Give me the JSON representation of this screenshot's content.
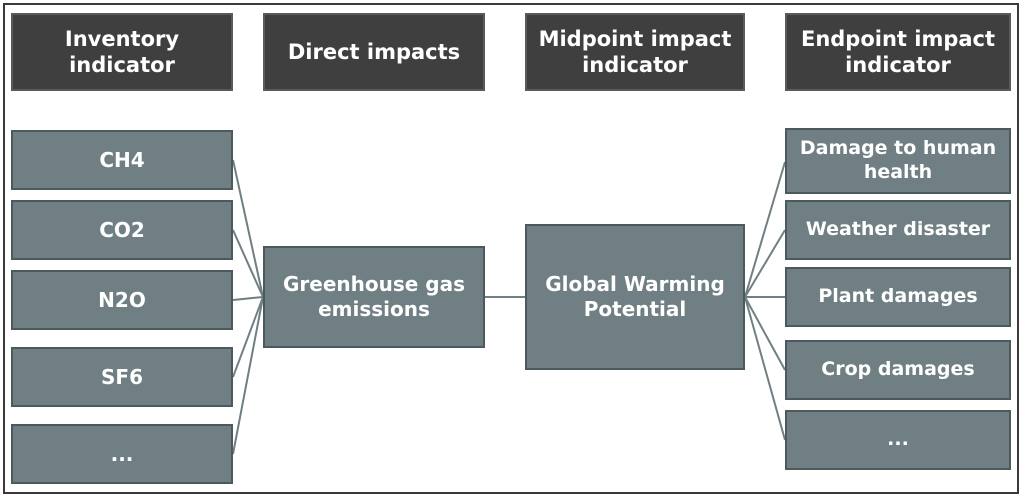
{
  "headers": {
    "inventory": "Inventory indicator",
    "direct": "Direct impacts",
    "midpoint": "Midpoint impact indicator",
    "endpoint": "Endpoint impact indicator"
  },
  "inventory_items": [
    "CH4",
    "CO2",
    "N2O",
    "SF6",
    "..."
  ],
  "direct_impact": "Greenhouse gas emissions",
  "midpoint_impact": "Global Warming Potential",
  "endpoint_items": [
    "Damage to human health",
    "Weather disaster",
    "Plant damages",
    "Crop damages",
    "..."
  ],
  "colors": {
    "header_bg": "#3f3f3f",
    "node_bg": "#6f7f83",
    "connector": "#6f7f83"
  }
}
